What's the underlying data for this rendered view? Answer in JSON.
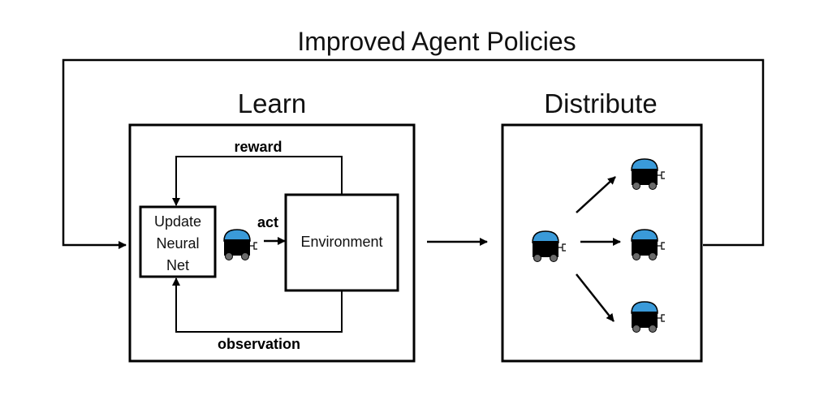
{
  "diagram": {
    "top_label": "Improved Agent Policies",
    "learn_title": "Learn",
    "distribute_title": "Distribute",
    "update_box": {
      "line1": "Update",
      "line2": "Neural",
      "line3": "Net"
    },
    "environment_label": "Environment",
    "reward_label": "reward",
    "act_label": "act",
    "observation_label": "observation"
  },
  "colors": {
    "stroke": "#000000",
    "robot_dome": "#3a9ad9",
    "robot_body": "#000000",
    "robot_wheel": "#6b6b6b"
  }
}
